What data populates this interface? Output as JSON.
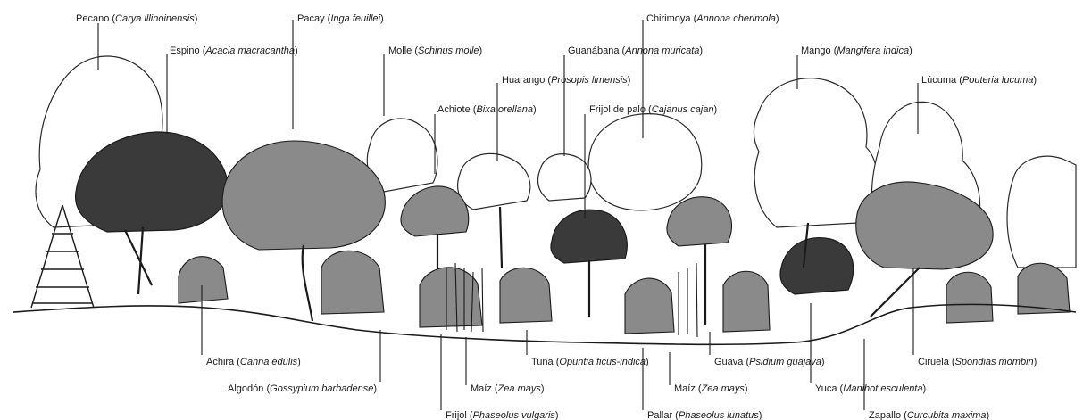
{
  "labels_top": [
    {
      "common": "Pecano",
      "scientific": "Carya illinoinensis"
    },
    {
      "common": "Espino",
      "scientific": "Acacia macracantha"
    },
    {
      "common": "Pacay",
      "scientific": "Inga feuillei"
    },
    {
      "common": "Molle",
      "scientific": "Schinus molle"
    },
    {
      "common": "Achiote",
      "scientific": "Bixa orellana"
    },
    {
      "common": "Huarango",
      "scientific": "Prosopis limensis"
    },
    {
      "common": "Guanábana",
      "scientific": "Annona muricata"
    },
    {
      "common": "Chirimoya",
      "scientific": "Annona cherimola"
    },
    {
      "common": "Frijol de palo",
      "scientific": "Cajanus cajan"
    },
    {
      "common": "Mango",
      "scientific": "Mangifera indica"
    },
    {
      "common": "Lúcuma",
      "scientific": "Pouteria lucuma"
    }
  ],
  "labels_bottom": [
    {
      "common": "Achira",
      "scientific": "Canna edulis"
    },
    {
      "common": "Algodón",
      "scientific": "Gossypium barbadense"
    },
    {
      "common": "Frijol",
      "scientific": "Phaseolus vulgaris"
    },
    {
      "common": "Maíz",
      "scientific": "Zea mays"
    },
    {
      "common": "Tuna",
      "scientific": "Opuntia ficus-indica"
    },
    {
      "common": "Pallar",
      "scientific": "Phaseolus lunatus"
    },
    {
      "common": "Maíz",
      "scientific": "Zea mays"
    },
    {
      "common": "Guava",
      "scientific": "Psidium guajava"
    },
    {
      "common": "Yuca",
      "scientific": "Manihot esculenta"
    },
    {
      "common": "Ciruela",
      "scientific": "Spondias mombin"
    },
    {
      "common": "Zapallo",
      "scientific": "Curcubita maxima"
    }
  ]
}
